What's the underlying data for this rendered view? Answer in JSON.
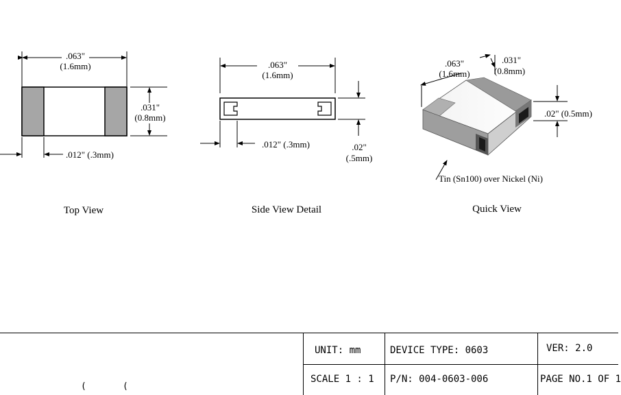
{
  "top_view": {
    "width_in": ".063\"",
    "width_mm": "(1.6mm)",
    "height_in": ".031\"",
    "height_mm": "(0.8mm)",
    "term_dim": ".012\" (.3mm)",
    "caption": "Top View"
  },
  "side_view": {
    "width_in": ".063\"",
    "width_mm": "(1.6mm)",
    "term_dim": ".012\" (.3mm)",
    "height_in": ".02\"",
    "height_mm": "(.5mm)",
    "caption": "Side View Detail"
  },
  "quick_view": {
    "length_in": ".063\"",
    "length_mm": "(1.6mm)",
    "width_in": ".031\"",
    "width_mm": "(0.8mm)",
    "height_label": ".02\"  (0.5mm)",
    "plating_note": "Tin (Sn100) over Nickel (Ni)",
    "caption": "Quick View"
  },
  "title_block": {
    "unit": "UNIT: mm",
    "device_type": "DEVICE TYPE:  0603",
    "version": "VER: 2.0",
    "scale": "SCALE  1 : 1",
    "part_number": "P/N:  004-0603-006",
    "page": "PAGE NO.1 OF 1",
    "mark_1": "(",
    "mark_2": "("
  },
  "colors": {
    "terminal_gray": "#a6a6a6",
    "body_white": "#ffffff",
    "line": "#000000"
  }
}
